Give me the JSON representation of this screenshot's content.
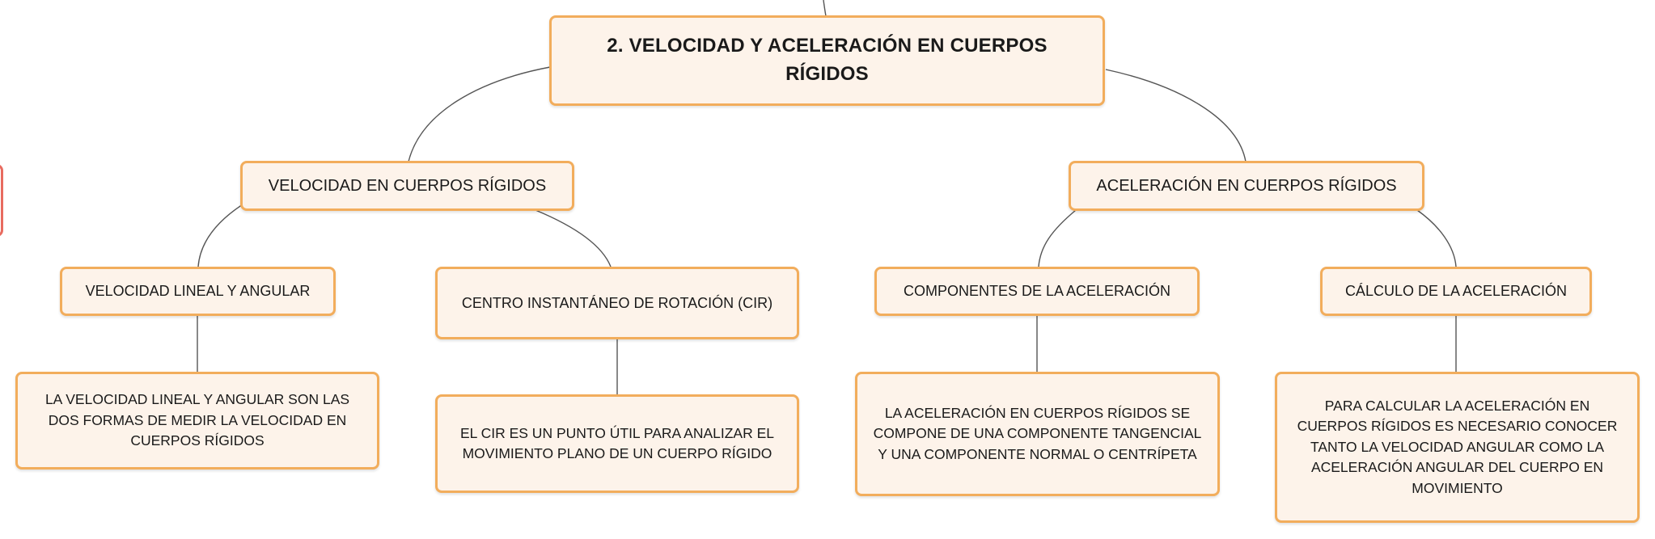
{
  "diagram": {
    "root": {
      "label": "2. VELOCIDAD Y ACELERACIÓN EN CUERPOS RÍGIDOS"
    },
    "branches": [
      {
        "label": "VELOCIDAD EN CUERPOS RÍGIDOS",
        "children": [
          {
            "label": "VELOCIDAD LINEAL Y ANGULAR",
            "detail": "LA VELOCIDAD LINEAL Y ANGULAR SON LAS DOS FORMAS DE MEDIR LA VELOCIDAD EN CUERPOS RÍGIDOS"
          },
          {
            "label": "CENTRO INSTANTÁNEO DE ROTACIÓN (CIR)",
            "detail": "EL CIR ES UN PUNTO ÚTIL PARA ANALIZAR EL MOVIMIENTO PLANO DE UN CUERPO RÍGIDO"
          }
        ]
      },
      {
        "label": "ACELERACIÓN EN CUERPOS RÍGIDOS",
        "children": [
          {
            "label": "COMPONENTES DE LA ACELERACIÓN",
            "detail": "LA ACELERACIÓN EN CUERPOS RÍGIDOS SE COMPONE DE UNA COMPONENTE TANGENCIAL Y UNA COMPONENTE NORMAL O CENTRÍPETA"
          },
          {
            "label": "CÁLCULO DE LA ACELERACIÓN",
            "detail": "PARA CALCULAR LA ACELERACIÓN EN CUERPOS RÍGIDOS ES NECESARIO CONOCER TANTO LA VELOCIDAD ANGULAR COMO LA ACELERACIÓN ANGULAR DEL CUERPO EN MOVIMIENTO"
          }
        ]
      }
    ]
  },
  "colors": {
    "node_fill": "#fdf3ea",
    "node_border": "#f2ad5c",
    "connector": "#555555",
    "side_marker": "#e86b5f"
  }
}
